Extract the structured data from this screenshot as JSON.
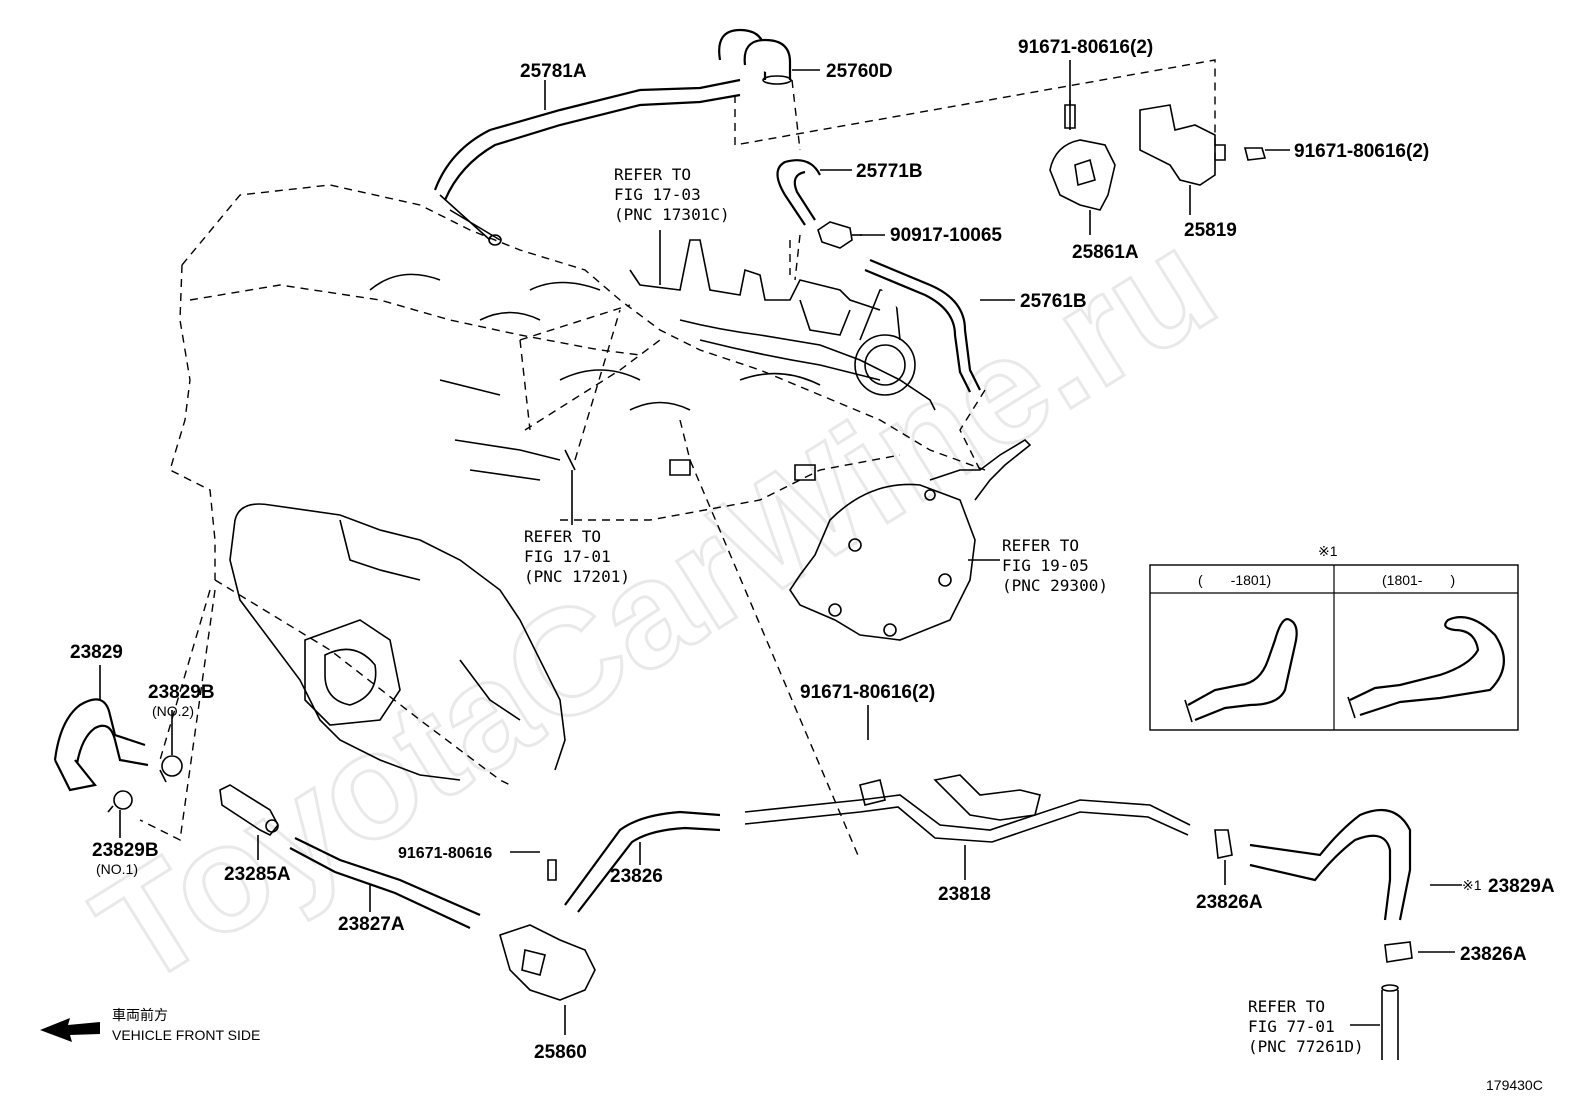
{
  "watermark": "ToyotaCarWine.ru",
  "diagram_id": "179430C",
  "front_side": {
    "jp": "車両前方",
    "en": "VEHICLE FRONT SIDE"
  },
  "parts": {
    "p25781A": "25781A",
    "p25760D": "25760D",
    "p25771B": "25771B",
    "p90917": "90917-10065",
    "p25761B": "25761B",
    "p91671_top": "91671-80616(2)",
    "p91671_right": "91671-80616(2)",
    "p25819": "25819",
    "p25861A": "25861A",
    "p23829": "23829",
    "p23829B_no2": "23829B",
    "no2": "(NO.2)",
    "p23829B_no1": "23829B",
    "no1": "(NO.1)",
    "p23285A": "23285A",
    "p23827A": "23827A",
    "p91671_single": "91671-80616",
    "p23826": "23826",
    "p91671_mid": "91671-80616(2)",
    "p23818": "23818",
    "p23826A_upper": "23826A",
    "p23829A": "23829A",
    "mark_x1": "※1",
    "p23826A_lower": "23826A",
    "p25860": "25860"
  },
  "refs": {
    "r1703": {
      "l1": "REFER TO",
      "l2": "FIG 17-03",
      "l3": "(PNC 17301C)"
    },
    "r1701": {
      "l1": "REFER TO",
      "l2": "FIG 17-01",
      "l3": "(PNC 17201)"
    },
    "r1905": {
      "l1": "REFER TO",
      "l2": "FIG 19-05",
      "l3": "(PNC 29300)"
    },
    "r7701": {
      "l1": "REFER TO",
      "l2": "FIG 77-01",
      "l3": "(PNC 77261D)"
    }
  },
  "inset": {
    "mark": "※1",
    "col1": "(　　-1801)",
    "col2": "(1801-　　)"
  }
}
